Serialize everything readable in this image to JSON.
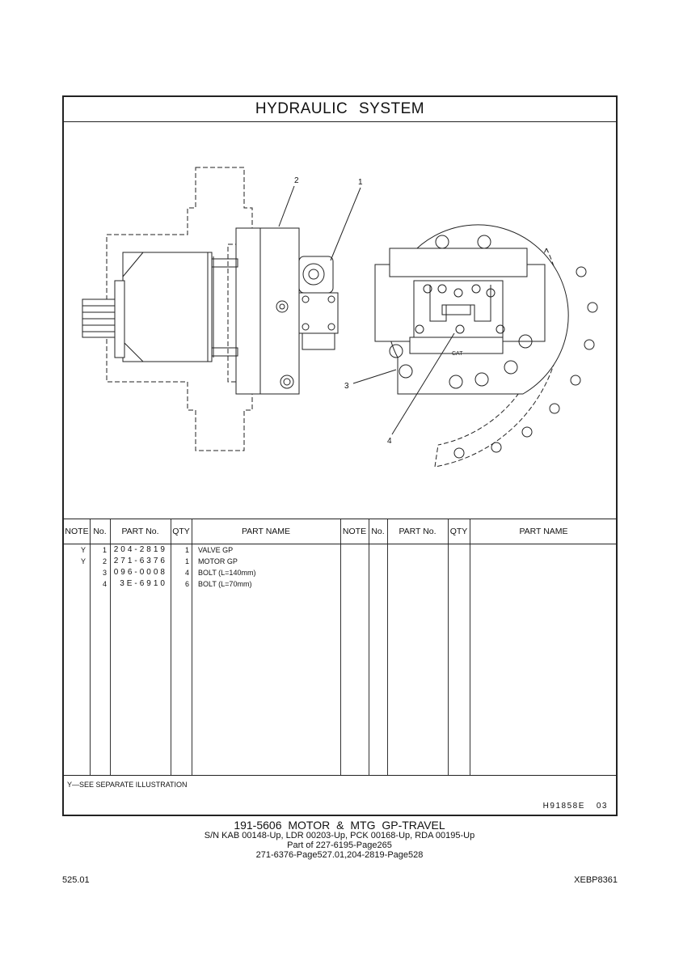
{
  "title": "HYDRAULIC SYSTEM",
  "callouts": [
    "1",
    "2",
    "3",
    "4"
  ],
  "drawing_marking": "CAT",
  "table": {
    "headers": [
      "NOTE",
      "No.",
      "PART No.",
      "QTY",
      "PART NAME",
      "NOTE",
      "No.",
      "PART No.",
      "QTY",
      "PART NAME"
    ],
    "rows": [
      {
        "note": "Y",
        "no": "1",
        "part_no": "204-2819",
        "qty": "1",
        "name": "VALVE GP"
      },
      {
        "note": "Y",
        "no": "2",
        "part_no": "271-6376",
        "qty": "1",
        "name": "MOTOR GP"
      },
      {
        "note": "",
        "no": "3",
        "part_no": "096-0008",
        "qty": "4",
        "name": "BOLT (L=140mm)"
      },
      {
        "note": "",
        "no": "4",
        "part_no": "3E-6910",
        "qty": "6",
        "name": "BOLT (L=70mm)"
      }
    ]
  },
  "footnote": "Y—SEE SEPARATE ILLUSTRATION",
  "illustration_code": "H91858E",
  "illustration_rev": "03",
  "caption": {
    "title": "191-5606 MOTOR & MTG GP-TRAVEL",
    "serials": "S/N KAB 00148-Up, LDR 00203-Up, PCK 00168-Up, RDA 00195-Up",
    "part_of": "Part of 227-6195-Page265",
    "refs": "271-6376-Page527.01,204-2819-Page528"
  },
  "page_number": "525.01",
  "doc_code": "XEBP8361"
}
